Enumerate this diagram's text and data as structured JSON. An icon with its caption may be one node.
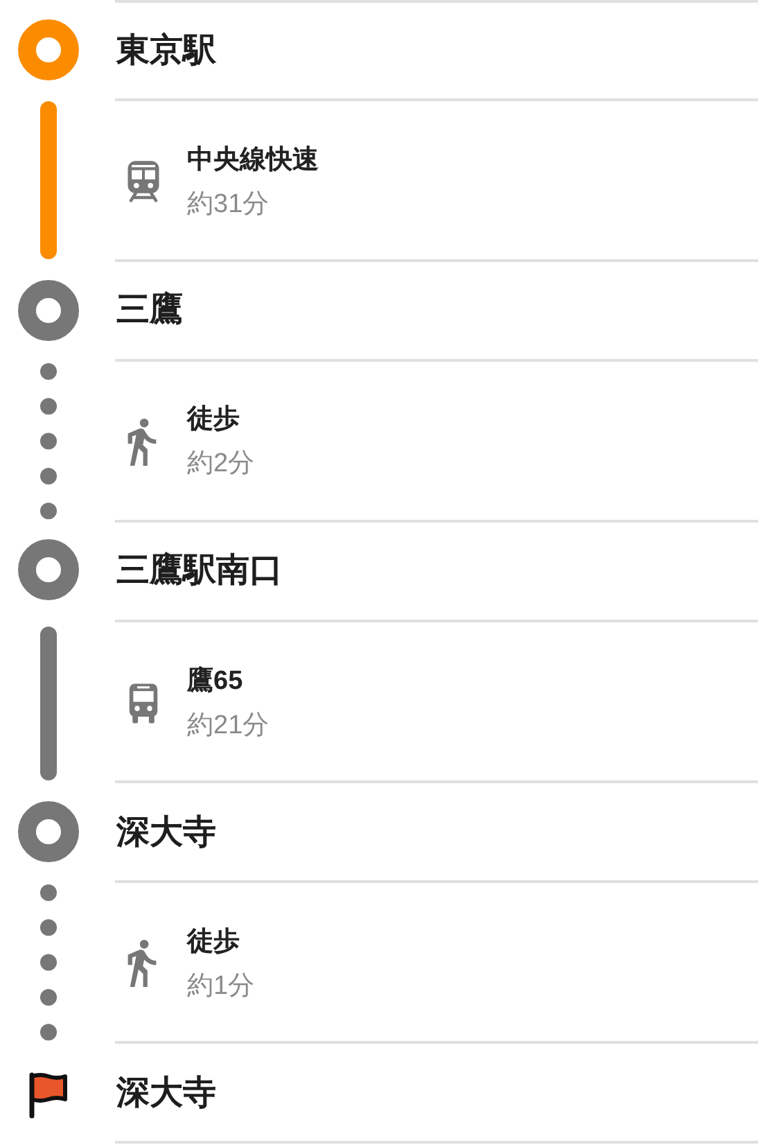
{
  "diagram": {
    "nodes": [
      {
        "text": [],
        "shape": "circle",
        "beside": [
          "東京駅"
        ]
      },
      {
        "text": [],
        "shape": "circle",
        "beside": [
          "三鷹"
        ]
      },
      {
        "text": [],
        "shape": "circle",
        "beside": [
          "三鷹駅南口"
        ]
      },
      {
        "text": [],
        "shape": "circle",
        "beside": [
          "深大寺"
        ]
      },
      {
        "text": [],
        "shape": "flag",
        "beside": [
          "深大寺"
        ]
      }
    ],
    "edges": [
      {
        "from": 0,
        "to": 1,
        "arrow": "none",
        "color": "#fb8c00"
      },
      {
        "from": 1,
        "to": 2,
        "arrow": "none",
        "style": "dashed"
      },
      {
        "from": 2,
        "to": 3,
        "arrow": "none"
      },
      {
        "from": 3,
        "to": 4,
        "arrow": "none",
        "style": "dashed"
      }
    ],
    "labels": [
      "中央線快速",
      "約31分",
      "徒歩",
      "約2分",
      "鷹65",
      "約21分",
      "徒歩",
      "約1分"
    ]
  }
}
